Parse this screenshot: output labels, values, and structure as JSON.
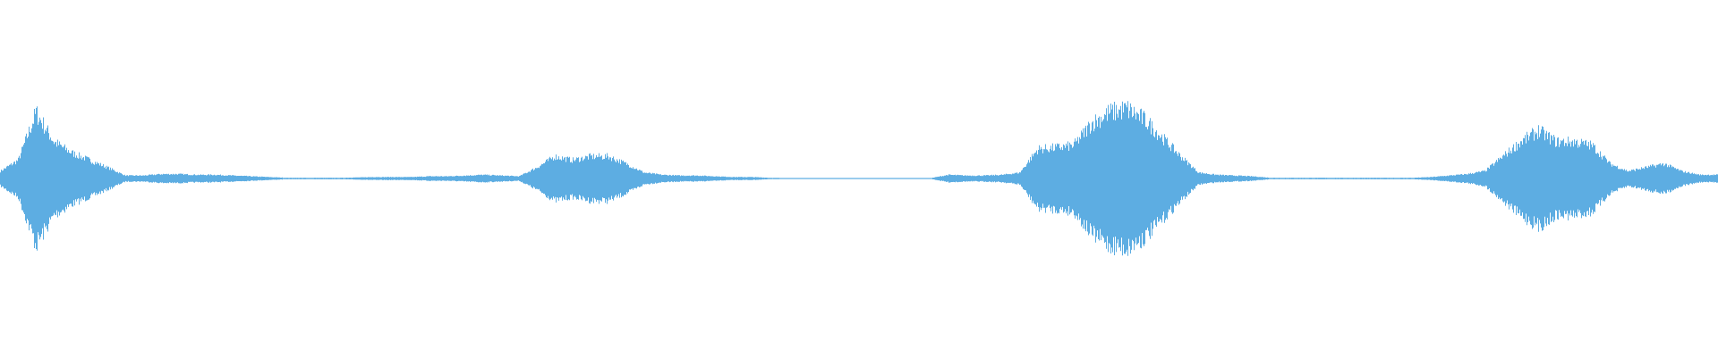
{
  "waveform": {
    "color": "#5dade2",
    "background": "#ffffff",
    "envelope": [
      0.1,
      0.25,
      0.9,
      0.5,
      0.35,
      0.25,
      0.15,
      0.04,
      0.04,
      0.06,
      0.06,
      0.05,
      0.05,
      0.04,
      0.03,
      0.02,
      0.01,
      0.01,
      0.01,
      0.01,
      0.015,
      0.02,
      0.02,
      0.02,
      0.03,
      0.03,
      0.04,
      0.05,
      0.04,
      0.03,
      0.15,
      0.3,
      0.25,
      0.3,
      0.3,
      0.2,
      0.08,
      0.05,
      0.04,
      0.04,
      0.03,
      0.02,
      0.02,
      0.01,
      0.005,
      0.005,
      0.005,
      0.005,
      0.005,
      0.005,
      0.005,
      0.005,
      0.005,
      0.05,
      0.04,
      0.04,
      0.05,
      0.08,
      0.4,
      0.42,
      0.45,
      0.75,
      0.9,
      0.95,
      0.8,
      0.55,
      0.3,
      0.08,
      0.05,
      0.04,
      0.03,
      0.01,
      0.01,
      0.01,
      0.01,
      0.01,
      0.01,
      0.01,
      0.01,
      0.01,
      0.02,
      0.04,
      0.06,
      0.1,
      0.3,
      0.5,
      0.65,
      0.5,
      0.5,
      0.45,
      0.2,
      0.1,
      0.15,
      0.2,
      0.1,
      0.05,
      0.05
    ]
  }
}
